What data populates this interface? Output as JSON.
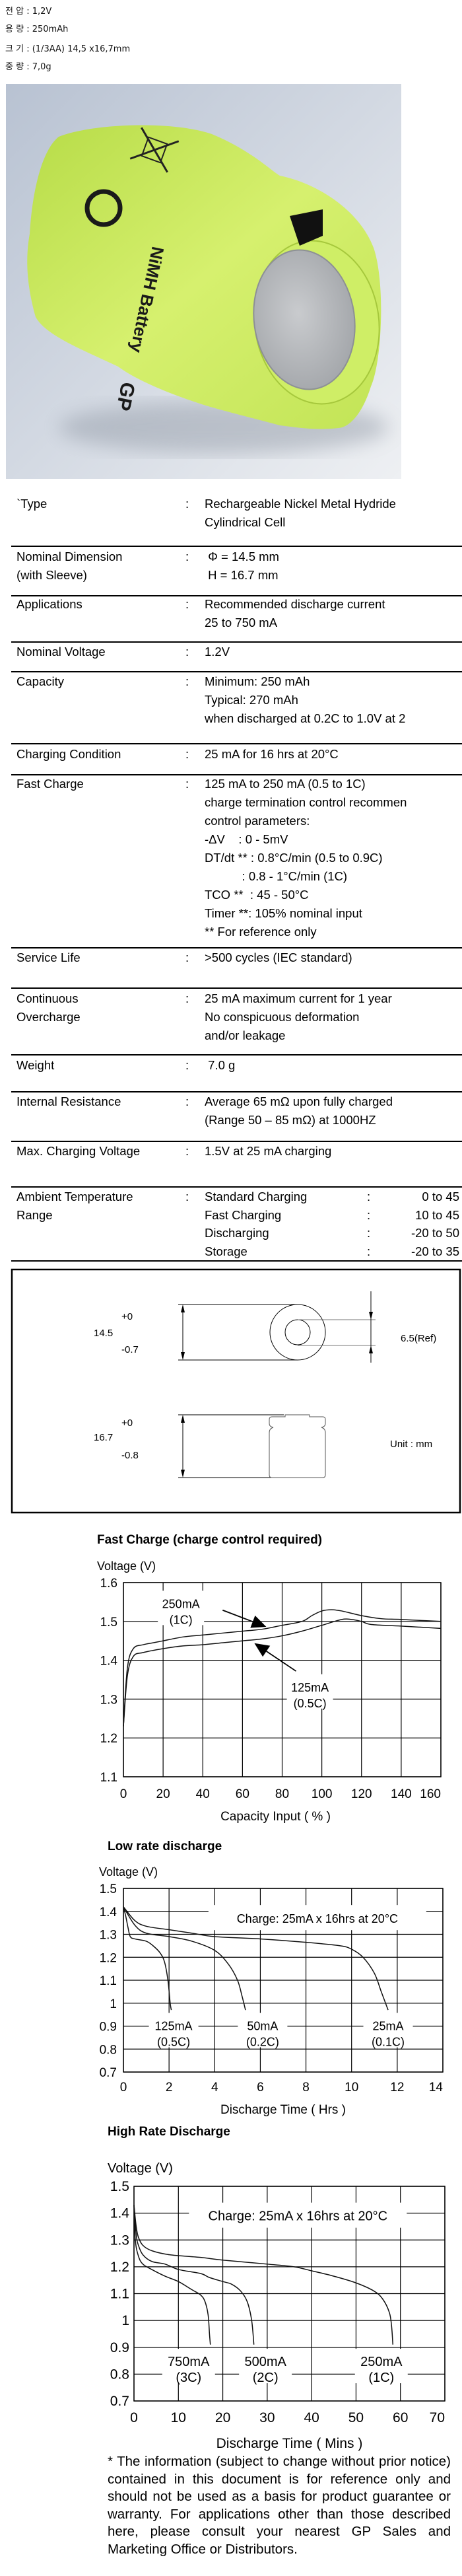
{
  "summary": [
    {
      "label": "전 압",
      "value": "1,2V"
    },
    {
      "label": "용 량",
      "value": "250mAh"
    },
    {
      "label": "크 기",
      "value": "(1/3AA) 14,5 x16,7mm"
    },
    {
      "label": "중 량",
      "value": "7,0g"
    }
  ],
  "photo": {
    "logo_text": "GP",
    "label_text": "NiMH Battery",
    "colors": {
      "cell": "#c9ea5c",
      "cap": "#b9bcc0",
      "background": "#c9d1de"
    }
  },
  "specs": [
    {
      "label": [
        "`Type"
      ],
      "value": [
        "Rechargeable Nickel Metal Hydride",
        "Cylindrical Cell"
      ]
    },
    {
      "label": [
        "Nominal Dimension",
        "(with Sleeve)"
      ],
      "value": [
        " Φ = 14.5 mm",
        " H = 16.7 mm"
      ]
    },
    {
      "label": [
        "Applications"
      ],
      "value": [
        "Recommended discharge current",
        "25 to 750 mA"
      ]
    },
    {
      "label": [
        "Nominal Voltage"
      ],
      "value": [
        "1.2V"
      ]
    },
    {
      "label": [
        "Capacity"
      ],
      "value": [
        "Minimum: 250 mAh",
        "Typical: 270 mAh",
        "when discharged at 0.2C to 1.0V at 2"
      ]
    },
    {
      "label": [
        "Charging Condition"
      ],
      "value": [
        "25 mA for 16 hrs at 20°C"
      ]
    },
    {
      "label": [
        "Fast Charge"
      ],
      "value": [
        "125 mA to 250 mA (0.5 to 1C)",
        "charge termination control recommen",
        "control parameters:",
        "-ΔV    : 0 - 5mV",
        "DT/dt ** : 0.8°C/min (0.5 to 0.9C)",
        "           : 0.8 - 1°C/min (1C)",
        "TCO **  : 45 - 50°C",
        "Timer **: 105% nominal input",
        "** For reference only"
      ]
    },
    {
      "label": [
        "Service Life"
      ],
      "value": [
        ">500 cycles (IEC standard)"
      ]
    },
    {
      "label": [
        "Continuous",
        "Overcharge"
      ],
      "value": [
        "25 mA maximum current for 1 year",
        "No conspicuous deformation",
        "and/or leakage"
      ]
    },
    {
      "label": [
        "Weight"
      ],
      "value": [
        " 7.0 g"
      ]
    },
    {
      "label": [
        "Internal Resistance"
      ],
      "value": [
        "Average 65 mΩ upon fully charged",
        "(Range 50 – 85 mΩ) at 1000HZ"
      ]
    },
    {
      "label": [
        "Max. Charging Voltage"
      ],
      "value": [
        "1.5V at 25 mA charging"
      ]
    }
  ],
  "colon": ":",
  "ambient": {
    "label": [
      "Ambient Temperature",
      "Range"
    ],
    "rows": [
      {
        "name": "Standard Charging",
        "range": "0 to 45"
      },
      {
        "name": "Fast Charging",
        "range": "10 to 45"
      },
      {
        "name": "Discharging",
        "range": "-20 to 50"
      },
      {
        "name": "Storage",
        "range": "-20 to 35"
      }
    ]
  },
  "drawing": {
    "diameter": {
      "nominal": "14.5",
      "plus": "+0",
      "minus": "-0.7"
    },
    "height": {
      "nominal": "16.7",
      "plus": "+0",
      "minus": "-0.8"
    },
    "terminal": "6.5(Ref)",
    "unit": "Unit : mm"
  },
  "chart_data": [
    {
      "type": "line",
      "title": "Fast Charge (charge control required)",
      "ylabel": "Voltage (V)",
      "xlabel": "Capacity Input ( % )",
      "xlim": [
        0,
        160
      ],
      "ylim": [
        1.1,
        1.6
      ],
      "xticks": [
        "0",
        "20",
        "40",
        "60",
        "80",
        "100",
        "120",
        "140",
        "160"
      ],
      "yticks": [
        "1.1",
        "1.2",
        "1.3",
        "1.4",
        "1.5",
        "1.6"
      ],
      "grid": true,
      "series": [
        {
          "name": "250mA (1C)",
          "x": [
            0,
            2,
            5,
            10,
            15,
            20,
            30,
            40,
            50,
            60,
            70,
            80,
            90,
            95,
            100,
            105,
            110,
            120,
            130,
            140,
            160
          ],
          "y": [
            1.23,
            1.38,
            1.43,
            1.44,
            1.445,
            1.45,
            1.46,
            1.465,
            1.47,
            1.475,
            1.48,
            1.49,
            1.5,
            1.515,
            1.527,
            1.53,
            1.527,
            1.515,
            1.507,
            1.505,
            1.5
          ]
        },
        {
          "name": "125mA (0.5C)",
          "x": [
            0,
            2,
            5,
            10,
            20,
            30,
            40,
            50,
            60,
            70,
            80,
            90,
            100,
            110,
            115,
            120,
            125,
            140,
            160
          ],
          "y": [
            1.23,
            1.36,
            1.41,
            1.42,
            1.43,
            1.437,
            1.44,
            1.445,
            1.45,
            1.455,
            1.463,
            1.475,
            1.49,
            1.505,
            1.505,
            1.5,
            1.492,
            1.488,
            1.482
          ]
        }
      ],
      "annotations": [
        [
          "250mA",
          "(1C)"
        ],
        [
          "125mA",
          "(0.5C)"
        ]
      ]
    },
    {
      "type": "line",
      "title": "Low rate discharge",
      "ylabel": "Voltage (V)",
      "xlabel": "Discharge Time ( Hrs )",
      "xlim": [
        0,
        14
      ],
      "ylim": [
        0.7,
        1.5
      ],
      "xticks": [
        "0",
        "2",
        "4",
        "6",
        "8",
        "10",
        "12",
        "14"
      ],
      "yticks": [
        "0.7",
        "0.8",
        "0.9",
        "1",
        "1.1",
        "1.2",
        "1.3",
        "1.4",
        "1.5"
      ],
      "grid": true,
      "note": "Charge: 25mA x 16hrs at 20°C",
      "series": [
        {
          "name": "125mA (0.5C)",
          "x": [
            0,
            0.1,
            0.2,
            0.3,
            0.5,
            1,
            1.3,
            1.6,
            1.8,
            1.95,
            2.05,
            2.1
          ],
          "y": [
            1.42,
            1.38,
            1.33,
            1.29,
            1.28,
            1.27,
            1.25,
            1.22,
            1.18,
            1.1,
            1.0,
            0.97
          ]
        },
        {
          "name": "50mA (0.2C)",
          "x": [
            0,
            0.5,
            1,
            2,
            3,
            4,
            4.6,
            5,
            5.2,
            5.35
          ],
          "y": [
            1.42,
            1.34,
            1.305,
            1.29,
            1.27,
            1.23,
            1.17,
            1.1,
            1.03,
            0.97
          ]
        },
        {
          "name": "25mA (0.1C)",
          "x": [
            0,
            0.5,
            1,
            2,
            3,
            4,
            6,
            8,
            9.5,
            10,
            10.5,
            11,
            11.3,
            11.6
          ],
          "y": [
            1.42,
            1.36,
            1.335,
            1.32,
            1.305,
            1.29,
            1.28,
            1.265,
            1.25,
            1.235,
            1.2,
            1.13,
            1.05,
            0.97
          ]
        }
      ],
      "annotations": [
        [
          "125mA",
          "(0.5C)"
        ],
        [
          "50mA",
          "(0.2C)"
        ],
        [
          "25mA",
          "(0.1C)"
        ]
      ]
    },
    {
      "type": "line",
      "title": "High Rate Discharge",
      "ylabel": "Voltage (V)",
      "xlabel": "Discharge Time ( Mins )",
      "xlim": [
        0,
        70
      ],
      "ylim": [
        0.7,
        1.5
      ],
      "xticks": [
        "0",
        "10",
        "20",
        "30",
        "40",
        "50",
        "60",
        "70"
      ],
      "yticks": [
        "0.7",
        "0.8",
        "0.9",
        "1",
        "1.1",
        "1.2",
        "1.3",
        "1.4",
        "1.5"
      ],
      "grid": true,
      "note": "Charge: 25mA x 16hrs at 20°C",
      "series": [
        {
          "name": "750mA (3C)",
          "x": [
            0,
            0.3,
            1,
            2,
            4,
            7,
            10,
            13,
            15,
            16,
            16.7,
            17,
            17.2
          ],
          "y": [
            1.43,
            1.3,
            1.24,
            1.21,
            1.19,
            1.165,
            1.145,
            1.115,
            1.095,
            1.07,
            1.02,
            0.95,
            0.91
          ]
        },
        {
          "name": "500mA (2C)",
          "x": [
            0,
            0.5,
            1,
            2,
            4,
            7,
            10,
            15,
            17,
            20,
            22,
            24,
            25.5,
            26.5,
            27
          ],
          "y": [
            1.43,
            1.32,
            1.28,
            1.245,
            1.22,
            1.21,
            1.19,
            1.175,
            1.16,
            1.145,
            1.135,
            1.11,
            1.07,
            1.0,
            0.91
          ]
        },
        {
          "name": "250mA (1C)",
          "x": [
            0,
            0.5,
            1,
            2,
            4,
            8,
            15,
            20,
            30,
            36,
            40,
            45,
            50,
            54,
            56,
            57.5,
            58,
            58.3
          ],
          "y": [
            1.43,
            1.35,
            1.31,
            1.28,
            1.26,
            1.245,
            1.235,
            1.225,
            1.21,
            1.2,
            1.185,
            1.165,
            1.14,
            1.11,
            1.08,
            1.03,
            0.98,
            0.91
          ]
        }
      ],
      "annotations": [
        [
          "750mA",
          "(3C)"
        ],
        [
          "500mA",
          "(2C)"
        ],
        [
          "250mA",
          "(1C)"
        ]
      ]
    }
  ],
  "footnote": "* The information (subject to change without prior notice) contained in this document is for reference only  and should not be used as a basis for product guarantee or warranty. For applications other than those described here, please consult your nearest GP Sales and Marketing Office or Distributors."
}
